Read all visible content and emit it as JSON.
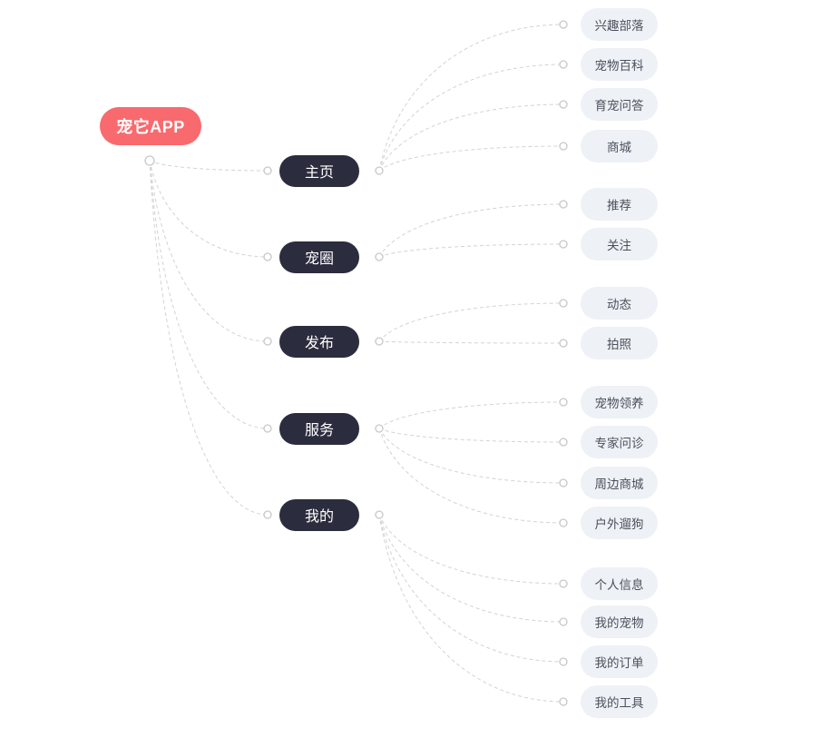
{
  "mindmap": {
    "root": "宠它APP",
    "branches": [
      {
        "label": "主页",
        "children": [
          "兴趣部落",
          "宠物百科",
          "育宠问答",
          "商城"
        ]
      },
      {
        "label": "宠圈",
        "children": [
          "推荐",
          "关注"
        ]
      },
      {
        "label": "发布",
        "children": [
          "动态",
          "拍照"
        ]
      },
      {
        "label": "服务",
        "children": [
          "宠物领养",
          "专家问诊",
          "周边商城",
          "户外遛狗"
        ]
      },
      {
        "label": "我的",
        "children": [
          "个人信息",
          "我的宠物",
          "我的订单",
          "我的工具"
        ]
      }
    ],
    "colors": {
      "background": "#ffffff",
      "root_bg": "#f86a6e",
      "root_text": "#ffffff",
      "branch_bg": "#2b2d3e",
      "branch_text": "#ffffff",
      "leaf_bg": "#eef1f6",
      "leaf_text": "#4b505b",
      "edge": "#d3d3d3",
      "connector_stroke": "#c4c8cc",
      "connector_fill": "#ffffff"
    }
  }
}
